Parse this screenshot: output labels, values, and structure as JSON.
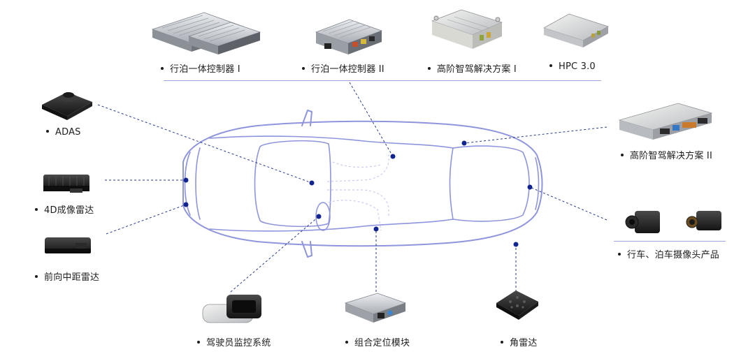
{
  "labels": {
    "parking_ctrl_1": "行泊一体控制器 I",
    "parking_ctrl_2": "行泊一体控制器 II",
    "adv_driving_1": "高阶智驾解决方案 I",
    "hpc": "HPC 3.0",
    "adas": "ADAS",
    "radar_4d": "4D成像雷达",
    "front_radar": "前向中距雷达",
    "adv_driving_2": "高阶智驾解决方案 II",
    "cameras": "行车、泊车摄像头产品",
    "dms": "驾驶员监控系统",
    "positioning": "组合定位模块",
    "corner_radar": "角雷达"
  },
  "colors": {
    "car_outline": "#8f95dc",
    "car_inner": "#c9ccee",
    "connector": "#2b3a8a",
    "marker": "#12248f",
    "separator": "#9ea4da"
  }
}
